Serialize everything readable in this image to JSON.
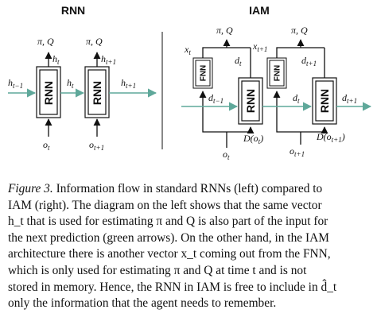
{
  "figure": {
    "left_title": "RNN",
    "right_title": "IAM",
    "rnn": {
      "cell_labels": [
        "RNN",
        "RNN"
      ],
      "outputs": [
        "π, Q",
        "π, Q"
      ],
      "hidden_up": [
        "h",
        "t",
        "h",
        "t+1"
      ],
      "hidden_in": [
        "h",
        "t−1"
      ],
      "hidden_mid": [
        "h",
        "t"
      ],
      "hidden_out": [
        "h",
        "t+1"
      ],
      "inputs": [
        "o",
        "t",
        "o",
        "t+1"
      ]
    },
    "iam": {
      "fnn_labels": [
        "FNN",
        "FNN"
      ],
      "rnn_labels": [
        "RNN",
        "RNN"
      ],
      "outputs": [
        "π, Q",
        "π, Q"
      ],
      "x_labels": [
        "x",
        "t",
        "x",
        "t+1"
      ],
      "d_labels": [
        "d",
        "t",
        "d",
        "t+1"
      ],
      "d_prev": [
        "d",
        "t−1"
      ],
      "d_mid": [
        "d",
        "t"
      ],
      "d_next": [
        "d",
        "t+1"
      ],
      "D_labels": [
        "D(o",
        "t",
        ")",
        "D(o",
        "t+1",
        ")"
      ],
      "inputs": [
        "o",
        "t",
        "o",
        "t+1"
      ]
    }
  },
  "caption": {
    "label": "Figure 3.",
    "lines": [
      "Information flow in standard RNNs (left) compared to",
      "IAM (right). The diagram on the left shows that the same vector",
      "h_t that is used for estimating π and Q is also part of the input for",
      "the next prediction (green arrows). On the other hand, in the IAM",
      "architecture there is another vector x_t coming out from the FNN,",
      "which is only used for estimating π and Q at time t and is not",
      "stored in memory. Hence, the RNN in IAM is free to include in d̂_t",
      "only the information that the agent needs to remember."
    ]
  }
}
